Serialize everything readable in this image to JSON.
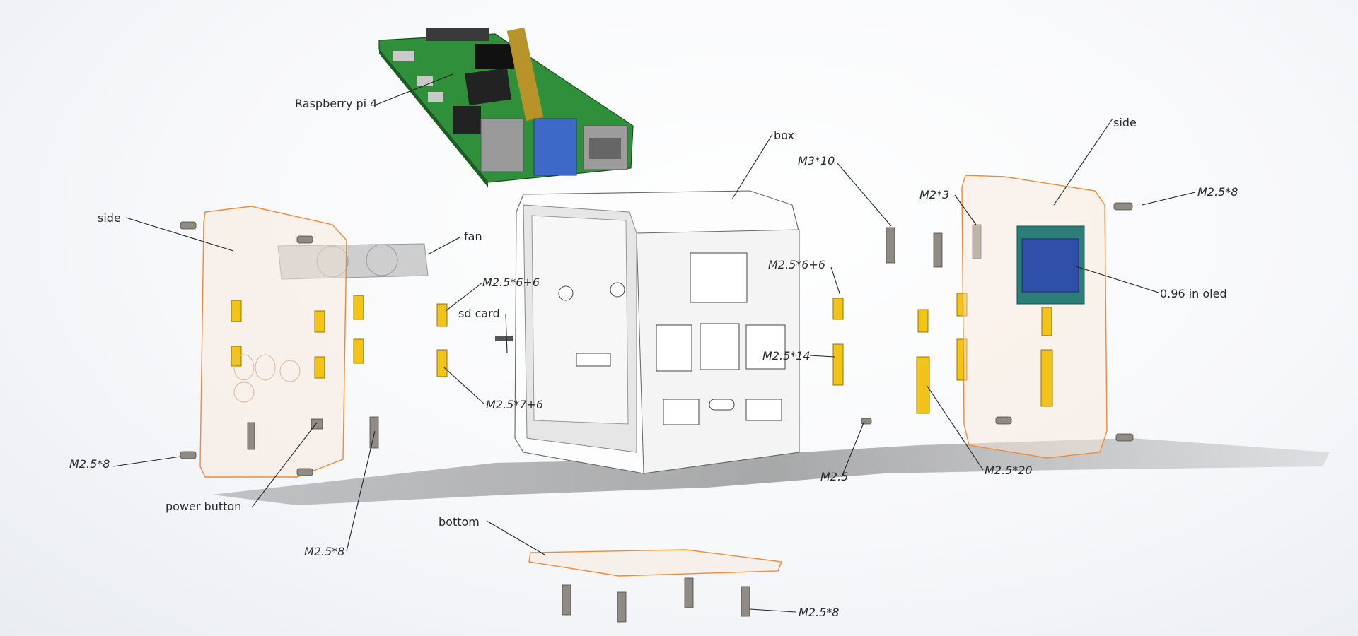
{
  "labels": {
    "raspberry_pi": "Raspberry pi 4",
    "box": "box",
    "side_left": "side",
    "side_right": "side",
    "fan": "fan",
    "sd_card": "sd card",
    "standoff_m25_6_6_left": "M2.5*6+6",
    "standoff_m25_7_6": "M2.5*7+6",
    "standoff_m25_6_6_right": "M2.5*6+6",
    "standoff_m25_14": "M2.5*14",
    "screw_m3_10": "M3*10",
    "screw_m2_3": "M2*3",
    "screw_m25_8_top_right": "M2.5*8",
    "oled": "0.96 in oled",
    "screw_m25_8_left": "M2.5*8",
    "power_button": "power button",
    "screw_m25_8_mid": "M2.5*8",
    "nut_m25": "M2.5",
    "standoff_m25_20": "M2.5*20",
    "bottom": "bottom",
    "screw_m25_8_bottom": "M2.5*8"
  },
  "colors": {
    "acrylic_outline": "#ee8a3a",
    "brass": "#f2c417",
    "pcb_green": "#2f8f3a",
    "oled_blue": "#2f4fa8",
    "box_metal": "#fdfdfd"
  }
}
